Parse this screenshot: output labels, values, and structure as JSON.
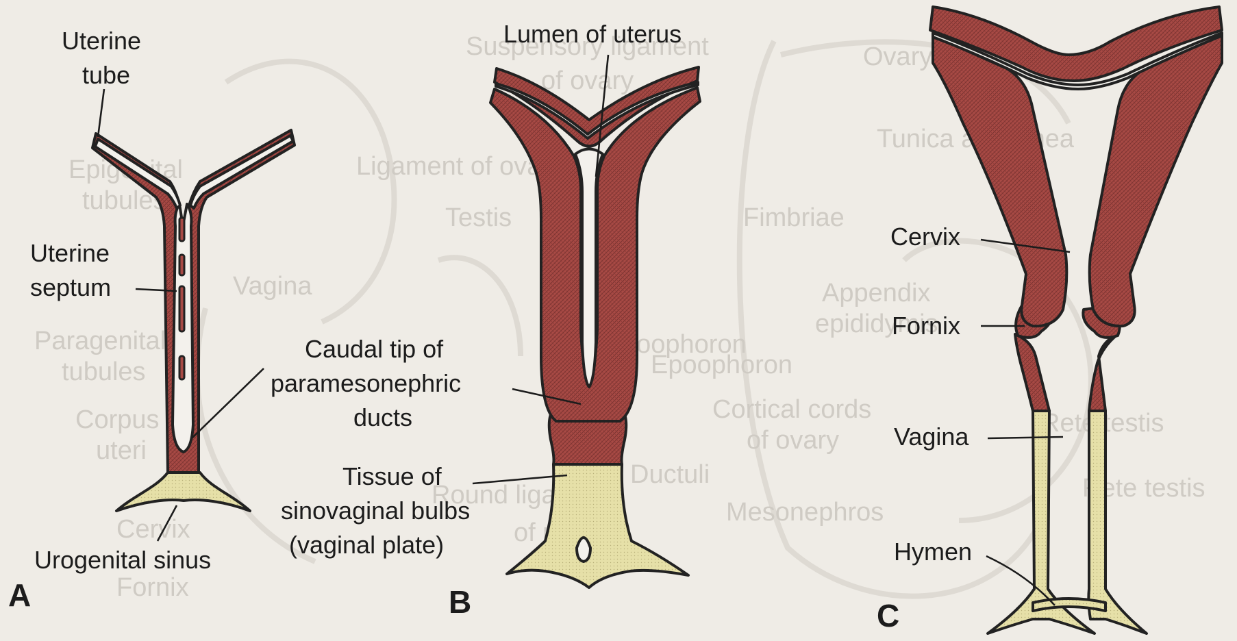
{
  "colors": {
    "background": "#efece6",
    "uterine_wall": "#a84a45",
    "sinovaginal_tissue": "#e6e0a8",
    "outline": "#222222",
    "ghost_text": "#cfcbc4"
  },
  "panels": {
    "a": {
      "letter": "A"
    },
    "b": {
      "letter": "B"
    },
    "c": {
      "letter": "C"
    }
  },
  "labels": {
    "a": {
      "uterine_tube_1": "Uterine",
      "uterine_tube_2": "tube",
      "uterine_septum_1": "Uterine",
      "uterine_septum_2": "septum",
      "urogenital_sinus": "Urogenital sinus"
    },
    "b": {
      "lumen_of_uterus": "Lumen of uterus",
      "caudal_tip_1": "Caudal tip of",
      "caudal_tip_2": "paramesonephric",
      "caudal_tip_3": "ducts",
      "tissue_1": "Tissue of",
      "tissue_2": "sinovaginal bulbs",
      "tissue_3": "(vaginal plate)"
    },
    "c": {
      "cervix": "Cervix",
      "fornix": "Fornix",
      "vagina": "Vagina",
      "hymen": "Hymen"
    }
  },
  "background_ghost_text": [
    "Suspensory ligament",
    "of ovary",
    "Ligament of ovary",
    "Fimbriae",
    "Epoophoron",
    "Cortical cords",
    "of ovary",
    "Ductuli",
    "Mesonephros",
    "Epigenital",
    "tubules",
    "Paragenital",
    "tubules",
    "Corpus",
    "uteri",
    "Cervix",
    "Fornix",
    "Rete testis",
    "Testis",
    "Vagina",
    "Appendix",
    "epididymis",
    "Paroophoron",
    "Ovary",
    "Rete testis",
    "Tunica albuginea",
    "Round ligament",
    "of uterus"
  ]
}
